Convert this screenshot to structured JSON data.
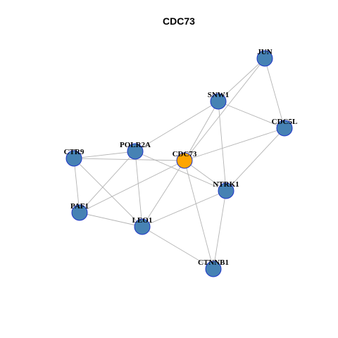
{
  "title": "CDC73",
  "colors": {
    "node": "#4682b4",
    "focus": "#ffa500",
    "node_border": "#1f35c8",
    "edge": "#b4b4b4"
  },
  "nodes": [
    {
      "id": "JUN",
      "label": "JUN",
      "focus": false
    },
    {
      "id": "SNW1",
      "label": "SNW1",
      "focus": false
    },
    {
      "id": "CDC5L",
      "label": "CDC5L",
      "focus": false
    },
    {
      "id": "CTR9",
      "label": "CTR9",
      "focus": false
    },
    {
      "id": "POLR2A",
      "label": "POLR2A",
      "focus": false
    },
    {
      "id": "CDC73",
      "label": "CDC73",
      "focus": true
    },
    {
      "id": "NTRK1",
      "label": "NTRK1",
      "focus": false
    },
    {
      "id": "PAF1",
      "label": "PAF1",
      "focus": false
    },
    {
      "id": "LEO1",
      "label": "LEO1",
      "focus": false
    },
    {
      "id": "CTNNB1",
      "label": "CTNNB1",
      "focus": false
    }
  ],
  "edges": [
    [
      "JUN",
      "SNW1"
    ],
    [
      "JUN",
      "CDC5L"
    ],
    [
      "JUN",
      "CDC73"
    ],
    [
      "SNW1",
      "CDC5L"
    ],
    [
      "SNW1",
      "POLR2A"
    ],
    [
      "SNW1",
      "CDC73"
    ],
    [
      "SNW1",
      "NTRK1"
    ],
    [
      "CDC5L",
      "CDC73"
    ],
    [
      "CDC5L",
      "NTRK1"
    ],
    [
      "CTR9",
      "POLR2A"
    ],
    [
      "CTR9",
      "CDC73"
    ],
    [
      "CTR9",
      "PAF1"
    ],
    [
      "CTR9",
      "LEO1"
    ],
    [
      "POLR2A",
      "PAF1"
    ],
    [
      "POLR2A",
      "LEO1"
    ],
    [
      "POLR2A",
      "NTRK1"
    ],
    [
      "CDC73",
      "PAF1"
    ],
    [
      "CDC73",
      "LEO1"
    ],
    [
      "CDC73",
      "NTRK1"
    ],
    [
      "CDC73",
      "CTNNB1"
    ],
    [
      "PAF1",
      "LEO1"
    ],
    [
      "LEO1",
      "NTRK1"
    ],
    [
      "LEO1",
      "CTNNB1"
    ],
    [
      "NTRK1",
      "CTNNB1"
    ]
  ]
}
